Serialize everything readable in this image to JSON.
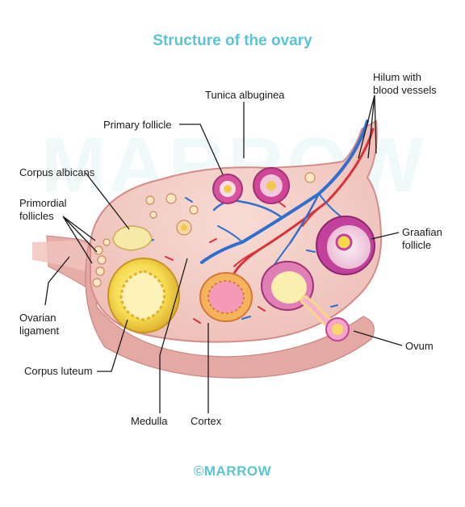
{
  "title": "Structure of the ovary",
  "watermark": "MARROW",
  "footer": "©MARROW",
  "labels": {
    "tunica_albuginea": "Tunica albuginea",
    "hilum": "Hilum with\nblood vessels",
    "primary_follicle": "Primary follicle",
    "corpus_albicans": "Corpus albicans",
    "primordial_follicles": "Primordial\nfollicles",
    "graafian_follicle": "Graafian\nfollicle",
    "ovarian_ligament": "Ovarian\nligament",
    "corpus_luteum": "Corpus luteum",
    "ovum": "Ovum",
    "medulla": "Medulla",
    "cortex": "Cortex"
  },
  "colors": {
    "title": "#5bc4d4",
    "ovary_fill": "#f3cfc7",
    "capsule": "#e2a5a0",
    "artery": "#d8333a",
    "vein": "#2f6fd0",
    "corpus_luteum": "#f4d23a",
    "follicle": "#c2429b"
  }
}
